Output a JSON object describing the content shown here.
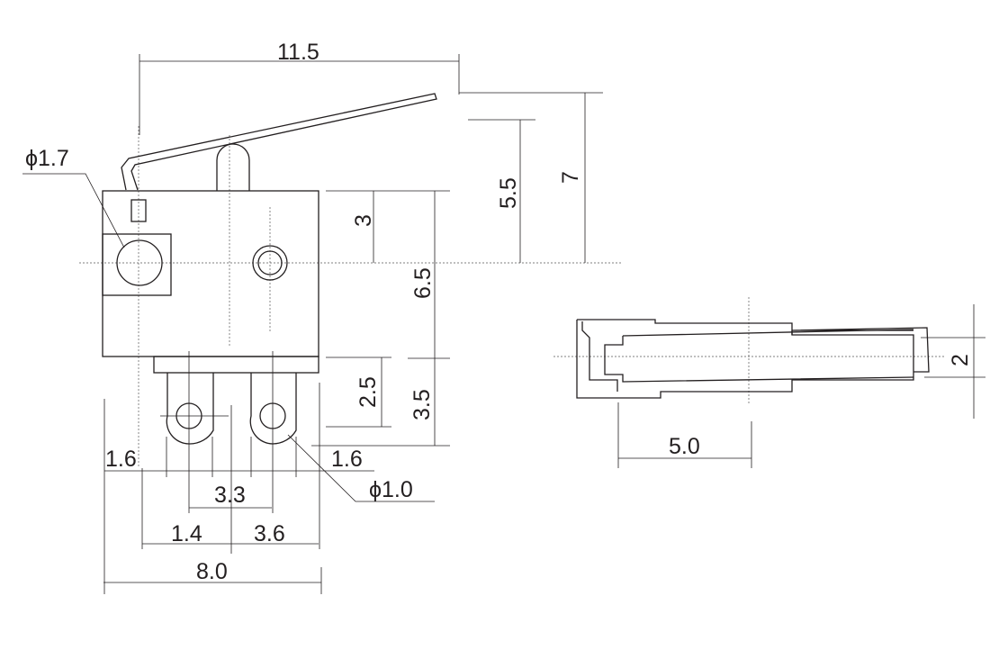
{
  "title": "Micro switch dimension drawing",
  "dimensions": {
    "overall_lever_length": "11.5",
    "mount_hole_diameter": "ϕ1.7",
    "top_to_center": "3",
    "body_height": "6.5",
    "center_to_plunger": "5.5",
    "center_to_lever_tip": "7",
    "step_to_terminal_hole": "2.5",
    "body_to_terminal_end": "3.5",
    "left_margin": "1.6",
    "right_margin": "1.6",
    "terminal_hole_diameter": "ϕ1.0",
    "terminal_pitch": "3.3",
    "hole_to_center": "1.4",
    "center_to_right": "3.6",
    "body_width": "8.0",
    "side_offset": "5.0",
    "side_thickness": "2"
  }
}
